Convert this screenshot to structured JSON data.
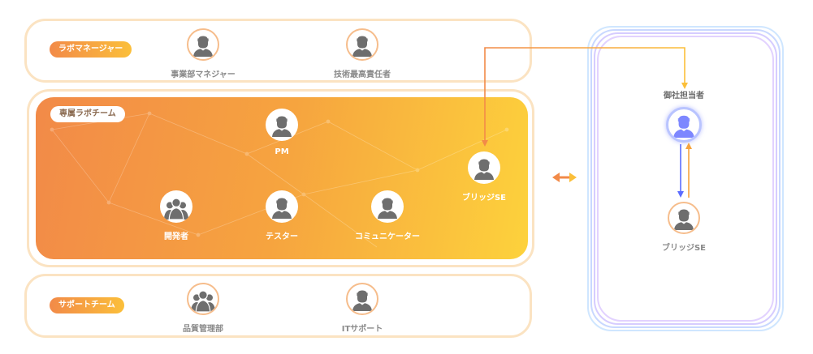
{
  "manager_team": {
    "badge": "ラボマネージャー",
    "members": [
      {
        "label": "事業部マネジャー",
        "icon": "person-icon"
      },
      {
        "label": "技術最高責任者",
        "icon": "person-icon"
      }
    ]
  },
  "lab_team": {
    "badge": "専属ラボチーム",
    "members": [
      {
        "label": "PM",
        "icon": "person-icon"
      },
      {
        "label": "開発者",
        "icon": "group-icon"
      },
      {
        "label": "テスター",
        "icon": "person-icon"
      },
      {
        "label": "コミュニケーター",
        "icon": "person-icon"
      },
      {
        "label": "ブリッジSE",
        "icon": "person-icon"
      }
    ]
  },
  "support_team": {
    "badge": "サポートチーム",
    "members": [
      {
        "label": "品質管理部",
        "icon": "group-icon"
      },
      {
        "label": "ITサポート",
        "icon": "person-icon"
      }
    ]
  },
  "client": {
    "members": [
      {
        "label": "御社担当者",
        "icon": "person-icon"
      },
      {
        "label": "ブリッジSE",
        "icon": "person-icon"
      }
    ]
  },
  "colors": {
    "orange": "#f28a48",
    "yellow": "#fdd23c",
    "blue_arrow": "#5b6cff",
    "frame_blue": "#bcdcff",
    "frame_purple": "#d8c4ff"
  }
}
